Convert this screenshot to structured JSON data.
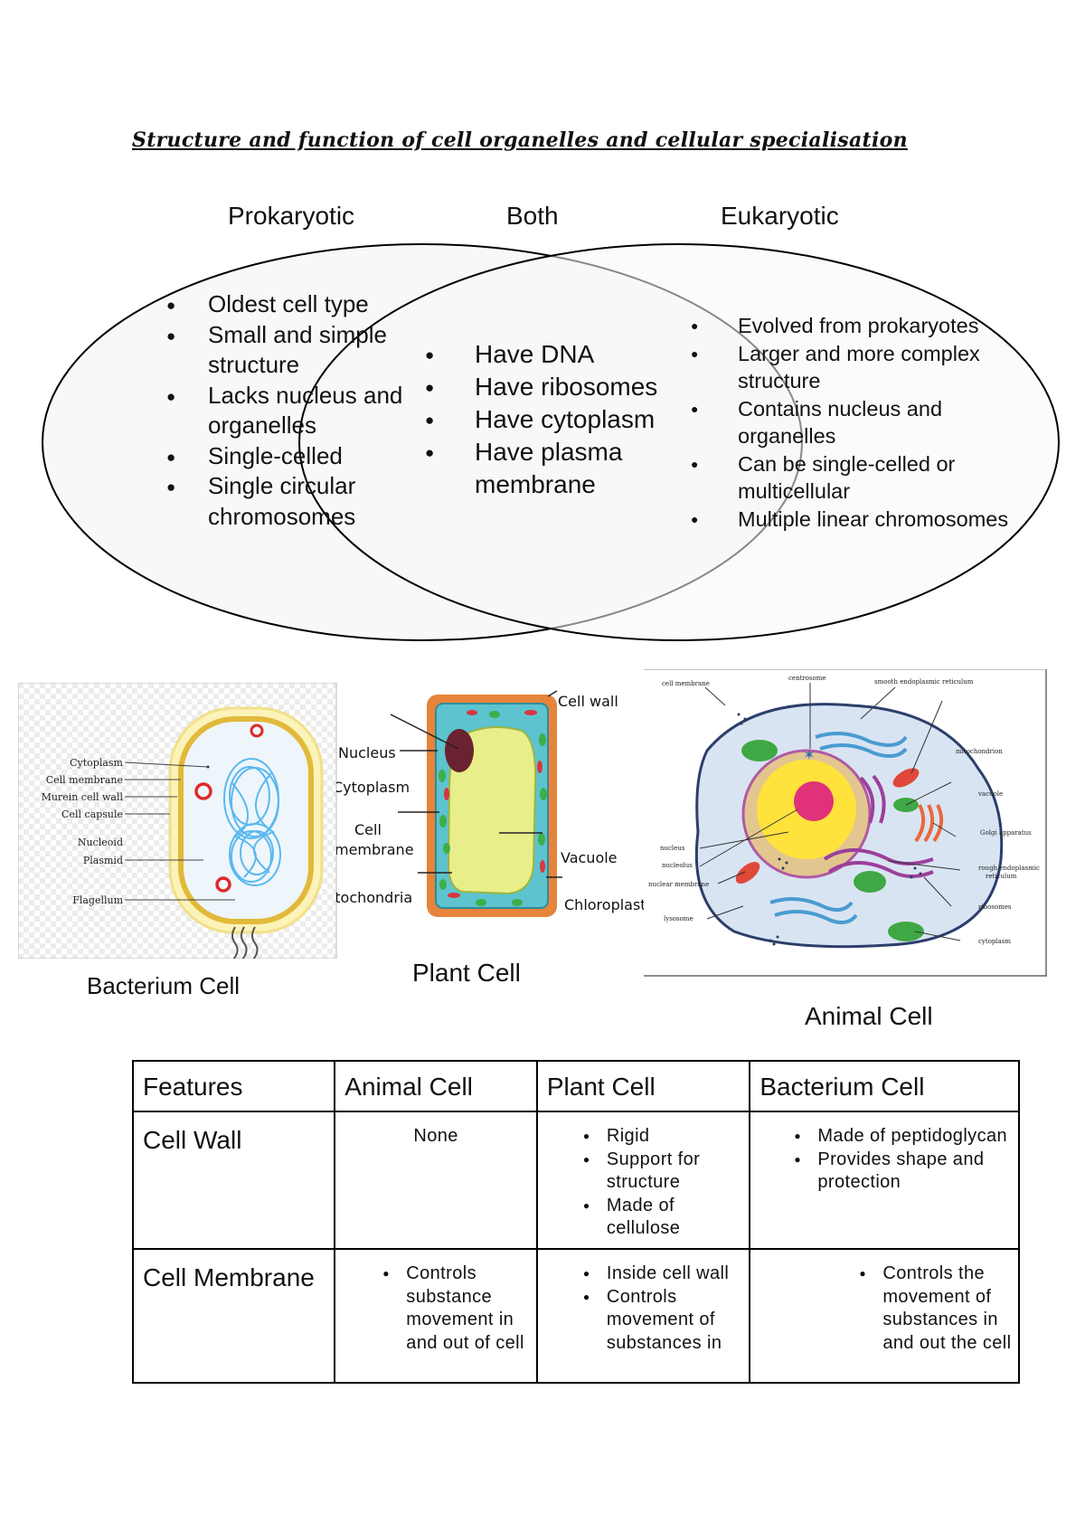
{
  "title": "Structure and function of cell organelles and cellular specialisation",
  "venn": {
    "labels": {
      "prokaryotic": "Prokaryotic",
      "both": "Both",
      "eukaryotic": "Eukaryotic"
    },
    "prokaryotic_items": [
      "Oldest cell type",
      "Small and simple structure",
      "Lacks nucleus and organelles",
      "Single-celled",
      "Single circular chromosomes"
    ],
    "both_items": [
      "Have DNA",
      "Have ribosomes",
      "Have cytoplasm",
      "Have plasma membrane"
    ],
    "eukaryotic_items": [
      "Evolved from prokaryotes",
      "Larger and more complex structure",
      "Contains nucleus and organelles",
      "Can be single-celled or multicellular",
      "Multiple linear chromosomes"
    ]
  },
  "figures": {
    "bacterium": {
      "caption": "Bacterium Cell",
      "labels": {
        "cytoplasm": "Cytoplasm",
        "cell_membrane": "Cell membrane",
        "murein": "Murein cell wall",
        "capsule": "Cell capsule",
        "nucleoid": "Nucleoid",
        "plasmid": "Plasmid",
        "flagellum": "Flagellum"
      }
    },
    "plant": {
      "caption": "Plant Cell",
      "labels": {
        "cell_wall": "Cell wall",
        "nucleus": "Nucleus",
        "cytoplasm": "Cytoplasm",
        "cell": "Cell",
        "membrane": "membrane",
        "mitochondria": "Mitochondria",
        "vacuole": "Vacuole",
        "chloroplasts": "Chloroplasts"
      }
    },
    "animal": {
      "caption": "Animal Cell",
      "labels": {
        "centrosome": "centrosome",
        "cell_membrane": "cell membrane",
        "smooth_er": "smooth endoplasmic reticulum",
        "mitochondrion": "mitochondrion",
        "vacuole": "vacuole",
        "golgi": "Golgi apparatus",
        "rough_er_1": "rough endoplasmic",
        "rough_er_2": "reticulum",
        "ribosomes": "ribosomes",
        "cytoplasm": "cytoplasm",
        "nucleus": "nucleus",
        "nucleolus": "nucleolus",
        "nuclear_membrane": "nuclear membrane",
        "lysosome": "lysosome"
      }
    }
  },
  "table": {
    "headers": [
      "Features",
      "Animal Cell",
      "Plant Cell",
      "Bacterium Cell"
    ],
    "rows": [
      {
        "feature": "Cell Wall",
        "animal_text": "None",
        "plant": [
          "Rigid",
          "Support for structure",
          "Made of cellulose"
        ],
        "bacterium": [
          "Made of peptidoglycan",
          "Provides shape and protection"
        ]
      },
      {
        "feature": "Cell Membrane",
        "animal": [
          "Controls substance movement in and out of cell"
        ],
        "plant": [
          "Inside cell wall",
          "Controls movement of substances in"
        ],
        "bacterium": [
          "Controls the movement of substances in and out the cell"
        ]
      }
    ]
  },
  "colors": {
    "ink": "#111111",
    "venn_fill": "#f7f7f7",
    "bacterium_capsule": "#fbf3b8",
    "bacterium_wall": "#e8c24a",
    "plant_wall": "#e5843a",
    "plant_cytoplasm": "#5cc3cf",
    "vacuole": "#e8ee8a",
    "animal_cytoplasm": "#d9e4f3",
    "nucleus": "#ffe23c",
    "nucleolus": "#e0317a"
  }
}
